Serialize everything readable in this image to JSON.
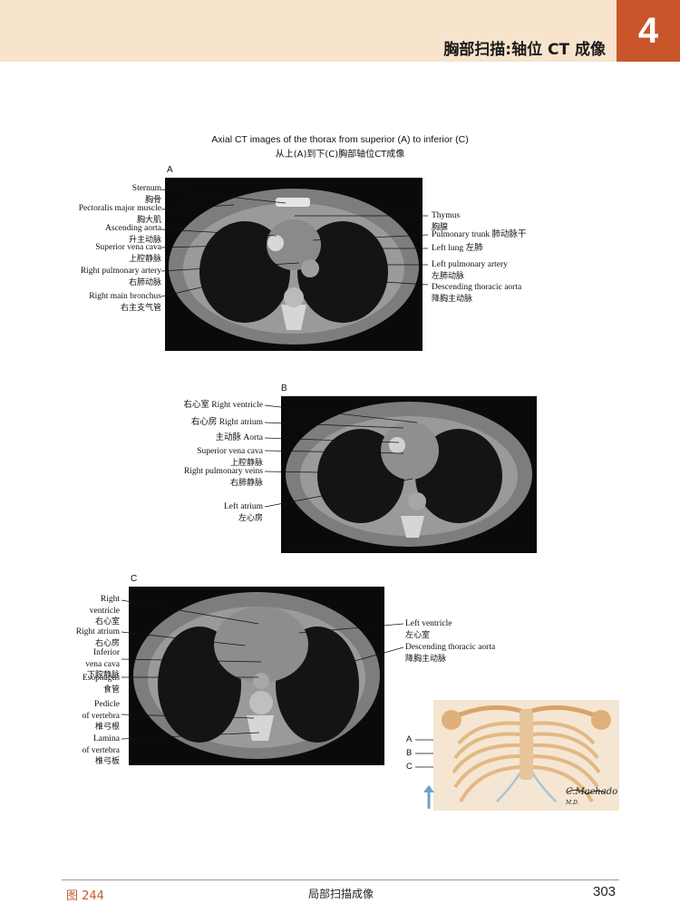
{
  "header": {
    "title": "胸部扫描:轴位 CT 成像",
    "chapter": "4"
  },
  "figure": {
    "title_en": "Axial CT images of the thorax from superior (A) to inferior (C)",
    "title_zh": "从上(A)到下(C)胸部轴位CT成像"
  },
  "panelA": {
    "letter": "A",
    "left_labels": [
      {
        "en": "Sternum",
        "zh": "胸骨"
      },
      {
        "en": "Pectoralis major muscle",
        "zh": "胸大肌"
      },
      {
        "en": "Ascending aorta",
        "zh": "升主动脉"
      },
      {
        "en": "Superior vena cava",
        "zh": "上腔静脉"
      },
      {
        "en": "Right pulmonary artery",
        "zh": "右肺动脉"
      },
      {
        "en": "Right main bronchus",
        "zh": "右主支气管"
      }
    ],
    "right_labels": [
      {
        "en": "Thymus",
        "zh": "胸腺"
      },
      {
        "en": "Pulmonary trunk 肺动脉干",
        "zh": ""
      },
      {
        "en": "Left lung 左肺",
        "zh": ""
      },
      {
        "en": "Left pulmonary artery",
        "zh": "左肺动脉"
      },
      {
        "en": "Descending thoracic aorta",
        "zh": "降胸主动脉"
      }
    ]
  },
  "panelB": {
    "letter": "B",
    "labels": [
      {
        "en": "右心室 Right ventricle",
        "zh": ""
      },
      {
        "en": "右心房 Right atrium",
        "zh": ""
      },
      {
        "en": "主动脉 Aorta",
        "zh": ""
      },
      {
        "en": "Superior vena cava",
        "zh": "上腔静脉"
      },
      {
        "en": "Right pulmonary veins",
        "zh": "右肺静脉"
      },
      {
        "en": "Left atrium",
        "zh": "左心房"
      }
    ]
  },
  "panelC": {
    "letter": "C",
    "left_labels": [
      {
        "en": "Right",
        "en2": "ventricle",
        "zh": "右心室"
      },
      {
        "en": "Right atrium",
        "en2": "",
        "zh": "右心房"
      },
      {
        "en": "Inferior",
        "en2": "vena cava",
        "zh": "下腔静脉"
      },
      {
        "en": "Esophagus",
        "en2": "",
        "zh": "食管"
      },
      {
        "en": "Pedicle",
        "en2": "of vertebra",
        "zh": "椎弓根"
      },
      {
        "en": "Lamina",
        "en2": "of vertebra",
        "zh": "椎弓板"
      }
    ],
    "right_labels": [
      {
        "en": "Left ventricle",
        "zh": "左心室"
      },
      {
        "en": "Descending thoracic aorta",
        "zh": "降胸主动脉"
      }
    ]
  },
  "inset": {
    "levels": [
      "A",
      "B",
      "C"
    ],
    "signature": "C.Machado",
    "signature_sub": "M.D."
  },
  "footer": {
    "figure": "图 244",
    "center": "局部扫描成像",
    "page": "303"
  }
}
